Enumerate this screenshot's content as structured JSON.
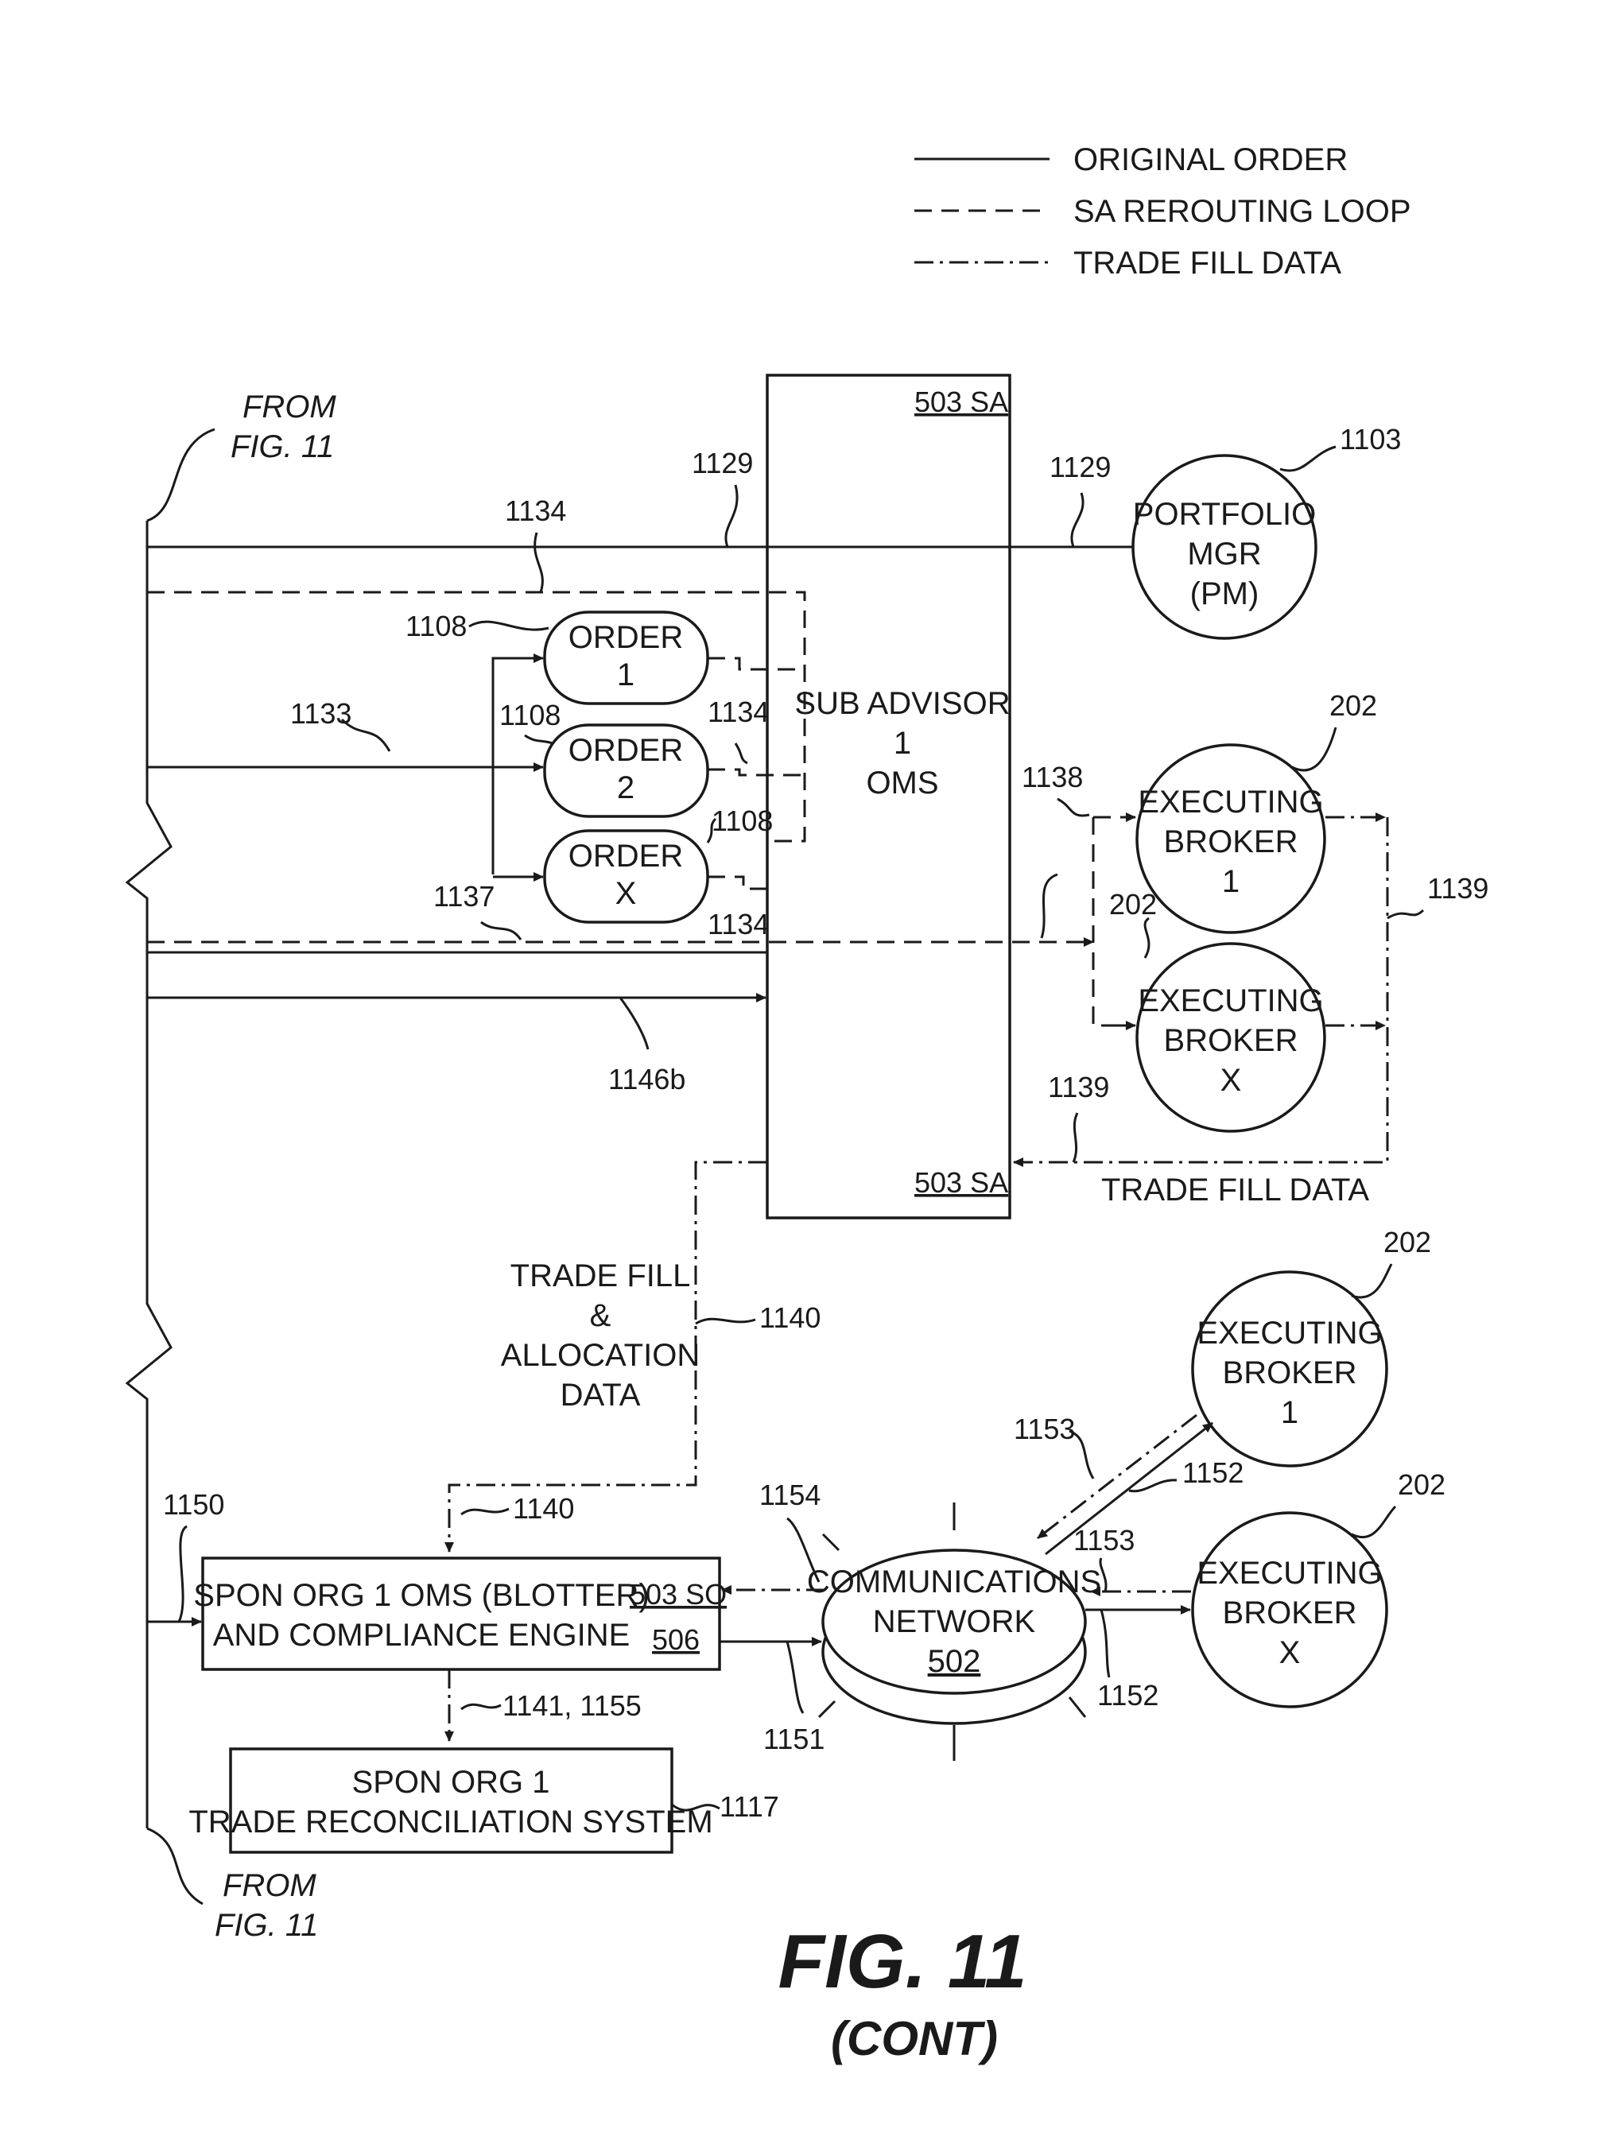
{
  "legend": {
    "original_order": "ORIGINAL ORDER",
    "sa_rerouting_loop": "SA REROUTING LOOP",
    "trade_fill_data": "TRADE FILL DATA"
  },
  "from_fig_top": [
    "FROM",
    "FIG. 11"
  ],
  "from_fig_bottom": [
    "FROM",
    "FIG. 11"
  ],
  "sub_advisor_box": {
    "tag_top": "503 SA",
    "tag_bottom": "503 SA",
    "lines": [
      "SUB ADVISOR",
      "1",
      "OMS"
    ]
  },
  "portfolio_mgr": {
    "lines": [
      "PORTFOLIO",
      "MGR",
      "(PM)"
    ],
    "ref": "1103"
  },
  "orders": [
    {
      "lines": [
        "ORDER",
        "1"
      ]
    },
    {
      "lines": [
        "ORDER",
        "2"
      ]
    },
    {
      "lines": [
        "ORDER",
        "X"
      ]
    }
  ],
  "brokers": [
    {
      "lines": [
        "EXECUTING",
        "BROKER",
        "1"
      ],
      "ref": "202"
    },
    {
      "lines": [
        "EXECUTING",
        "BROKER",
        "X"
      ],
      "ref": "202"
    },
    {
      "lines": [
        "EXECUTING",
        "BROKER",
        "1"
      ],
      "ref": "202"
    },
    {
      "lines": [
        "EXECUTING",
        "BROKER",
        "X"
      ],
      "ref": "202"
    }
  ],
  "trade_fill_label": "TRADE FILL DATA",
  "trade_fill_alloc": [
    "TRADE FILL",
    "&",
    "ALLOCATION",
    "DATA"
  ],
  "spon_oms": {
    "lines": [
      "SPON ORG 1 OMS (BLOTTER)",
      "AND COMPLIANCE ENGINE"
    ],
    "tag": "503 SO",
    "ref": "506"
  },
  "recon": {
    "lines": [
      "SPON ORG 1",
      "TRADE RECONCILIATION SYSTEM"
    ],
    "ref": "1117"
  },
  "network": {
    "lines": [
      "COMMUNICATIONS",
      "NETWORK"
    ],
    "ref": "502"
  },
  "refs": {
    "r1129a": "1129",
    "r1129b": "1129",
    "r1134a": "1134",
    "r1108a": "1108",
    "r1133": "1133",
    "r1108b": "1108",
    "r1134b": "1134",
    "r1108c": "1108",
    "r1137": "1137",
    "r1134c": "1134",
    "r1138": "1138",
    "r1139a": "1139",
    "r1139b": "1139",
    "r1146b": "1146b",
    "r1140a": "1140",
    "r1140b": "1140",
    "r1150": "1150",
    "r1141": "1141, 1155",
    "r1154": "1154",
    "r1151": "1151",
    "r1153a": "1153",
    "r1152a": "1152",
    "r1153b": "1153",
    "r1152b": "1152"
  },
  "figure_title": "FIG. 11",
  "figure_subtitle": "(CONT)"
}
